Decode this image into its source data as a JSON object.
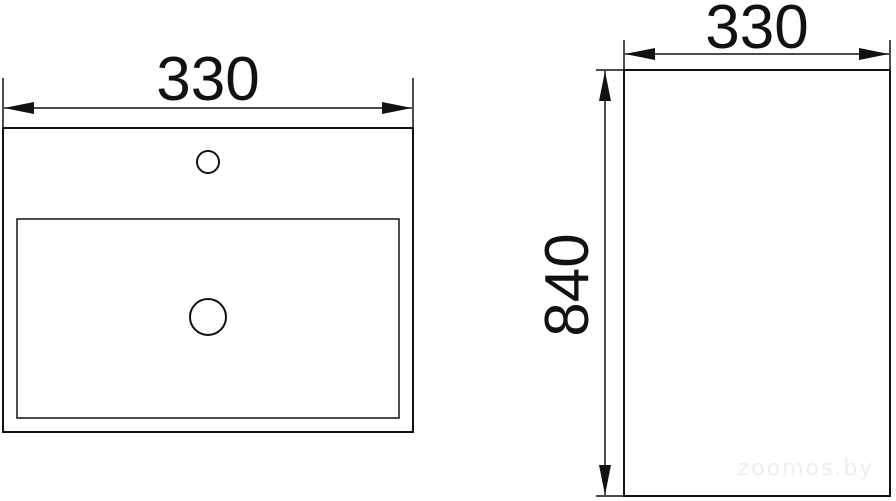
{
  "top_view": {
    "width_label": "330"
  },
  "side_view": {
    "width_label": "330",
    "height_label": "840"
  },
  "watermark": "zoomos.by",
  "colors": {
    "line": "#111111",
    "background": "#ffffff"
  }
}
